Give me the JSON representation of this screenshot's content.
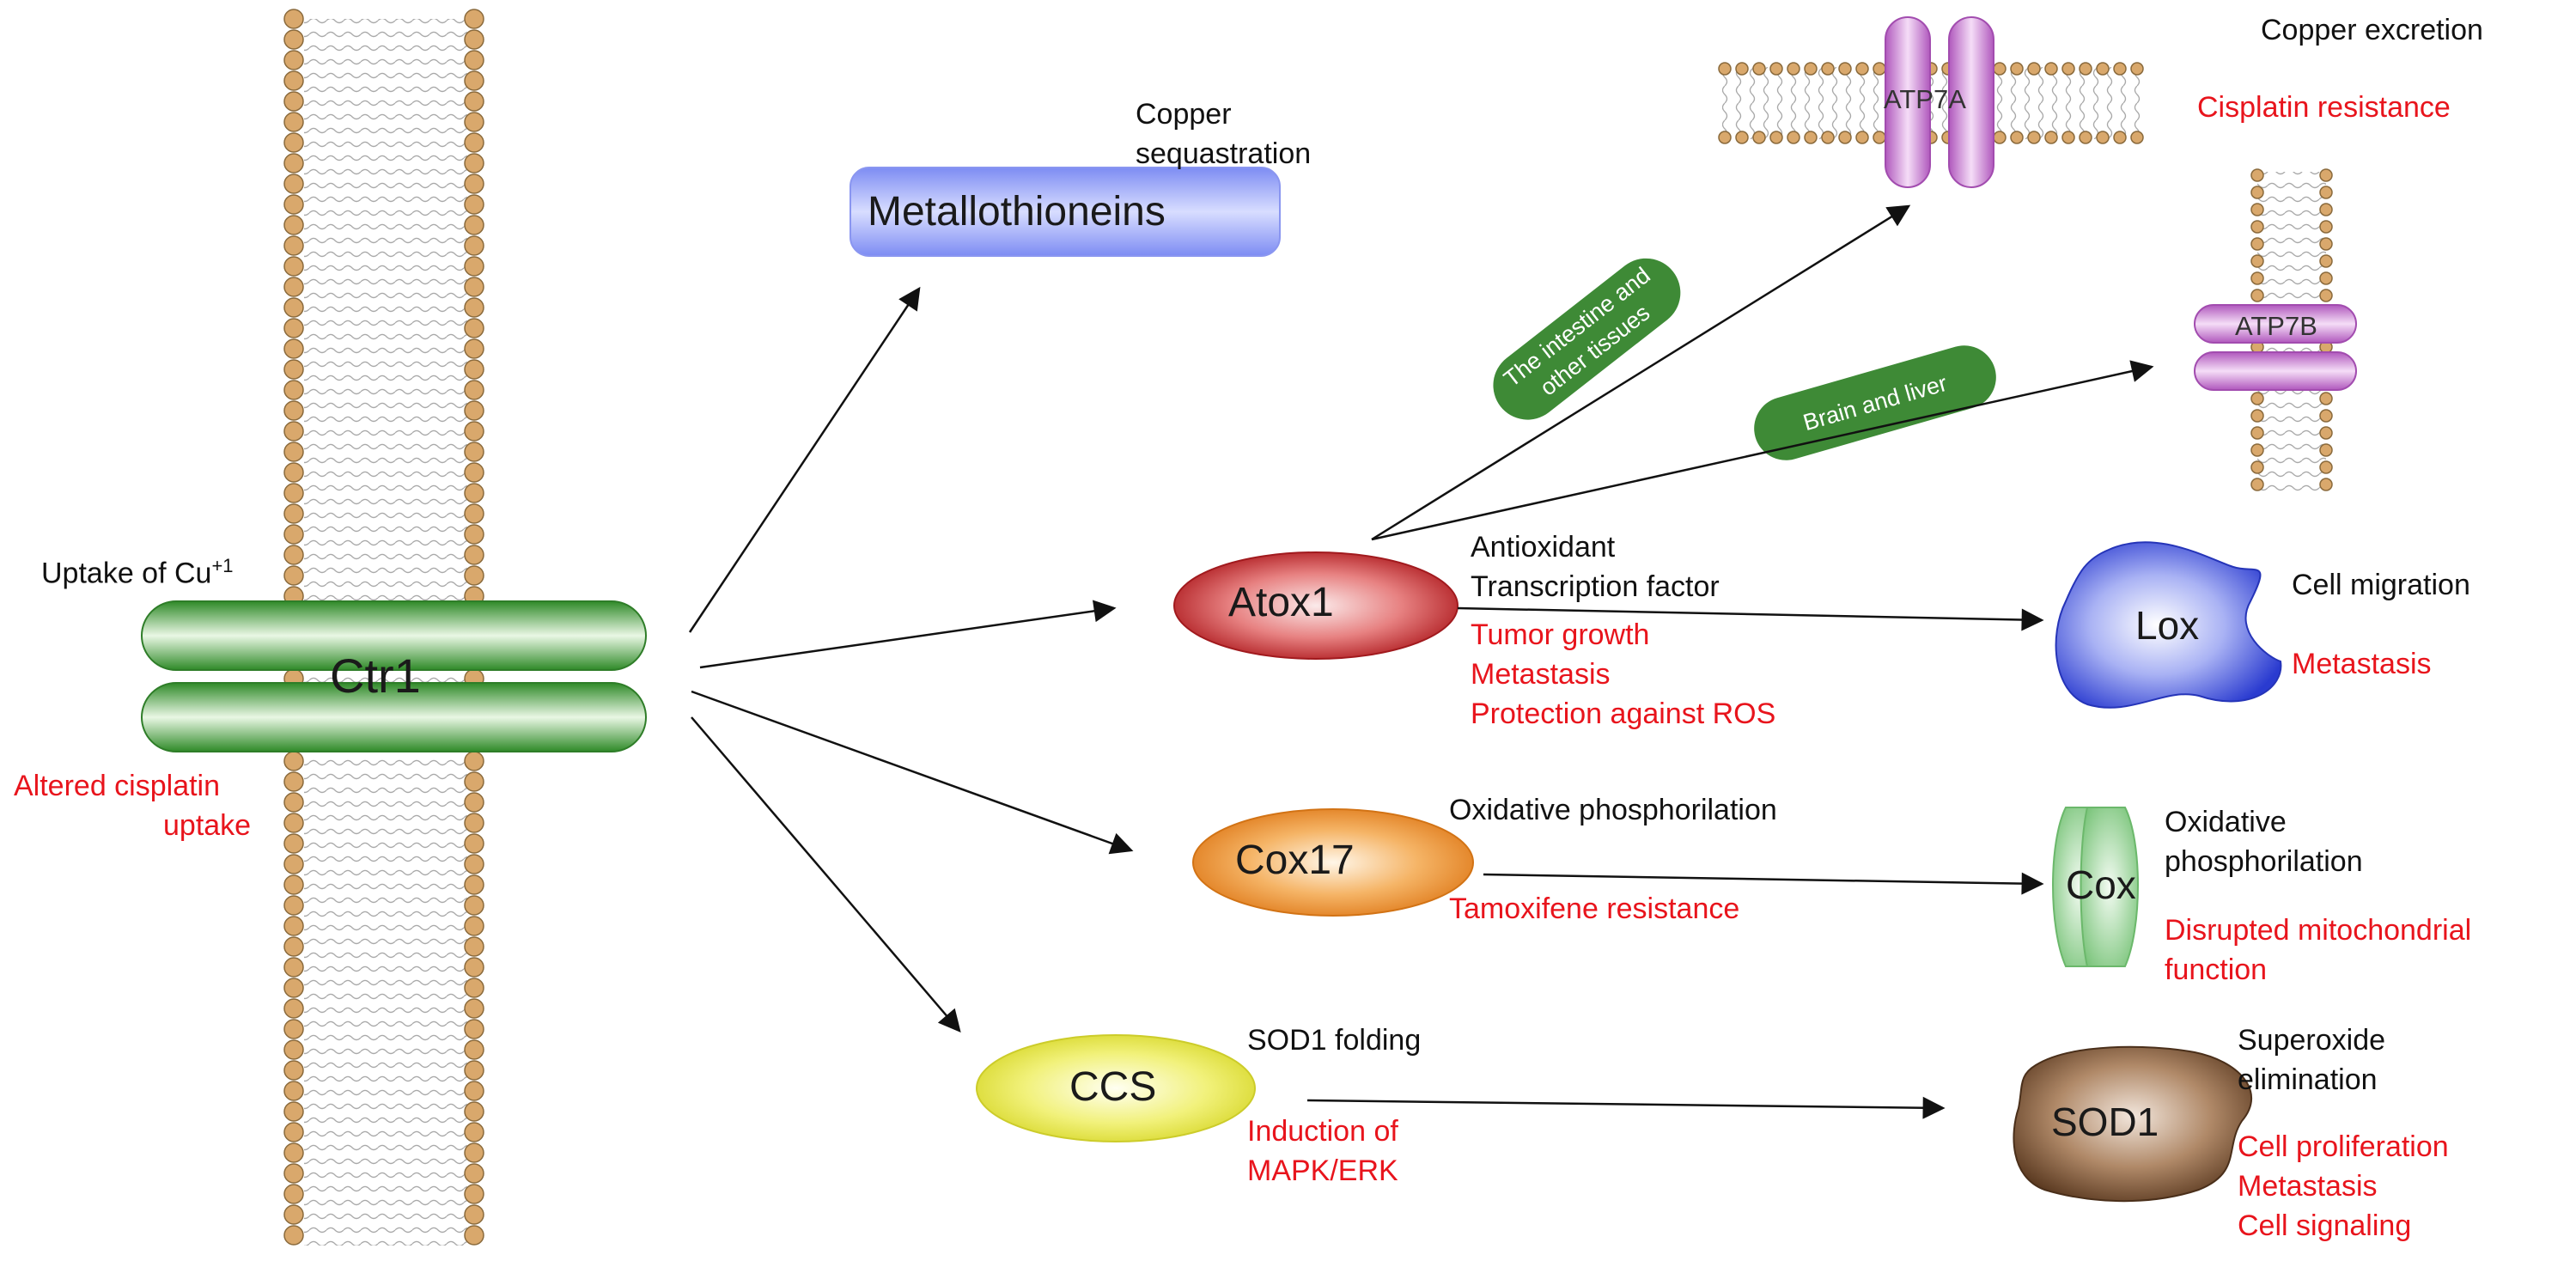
{
  "membrane_label": {
    "uptake_text": "Uptake of Cu",
    "uptake_superscript": "+1",
    "altered_line1": "Altered cisplatin",
    "altered_line2": "uptake"
  },
  "proteins": {
    "ctr1": "Ctr1",
    "metallothioneins": "Metallothioneins",
    "atox1": "Atox1",
    "cox17": "Cox17",
    "ccs": "CCS",
    "atp7a": "ATP7A",
    "atp7b": "ATP7B",
    "lox": "Lox",
    "cox": "Cox",
    "sod1": "SOD1"
  },
  "tissue_labels": {
    "intestine_line1": "The intestine and",
    "intestine_line2": "other tissues",
    "brain_liver": "Brain and liver"
  },
  "annotations": {
    "copper_seq_line1": "Copper",
    "copper_seq_line2": "sequastration",
    "copper_excretion": "Copper excretion",
    "cisplatin_resistance": "Cisplatin resistance",
    "antioxidant": "Antioxidant",
    "transcription_factor": "Transcription factor",
    "tumor_growth": "Tumor growth",
    "metastasis_atox": "Metastasis",
    "protection_ros": "Protection against ROS",
    "cell_migration": "Cell migration",
    "metastasis_lox": "Metastasis",
    "oxphos_cox17": "Oxidative phosphorilation",
    "tamoxifene": "Tamoxifene resistance",
    "oxphos_cox_line1": "Oxidative",
    "oxphos_cox_line2": "phosphorilation",
    "disrupted_line1": "Disrupted mitochondrial",
    "disrupted_line2": "function",
    "sod1_folding": "SOD1 folding",
    "induction_line1": "Induction of",
    "induction_line2": "MAPK/ERK",
    "superoxide_line1": "Superoxide",
    "superoxide_line2": "elimination",
    "cell_proliferation": "Cell proliferation",
    "metastasis_sod1": "Metastasis",
    "cell_signaling": "Cell signaling"
  },
  "colors": {
    "black_text": "#111111",
    "red_text": "#e8141c",
    "ctr1_green": "#3c9a32",
    "tissue_green": "#3e8a36",
    "metallothionein_blue": "#6f7ff0",
    "atox1_red": "#c0282c",
    "cox17_orange": "#e8882a",
    "ccs_yellow": "#e6e640",
    "atp_purple": "#c070c8",
    "lox_blue": "#3345d6",
    "cox_green": "#8fd08f",
    "sod1_brown": "#6e4a2e",
    "bead_tan": "#d9a86c"
  }
}
